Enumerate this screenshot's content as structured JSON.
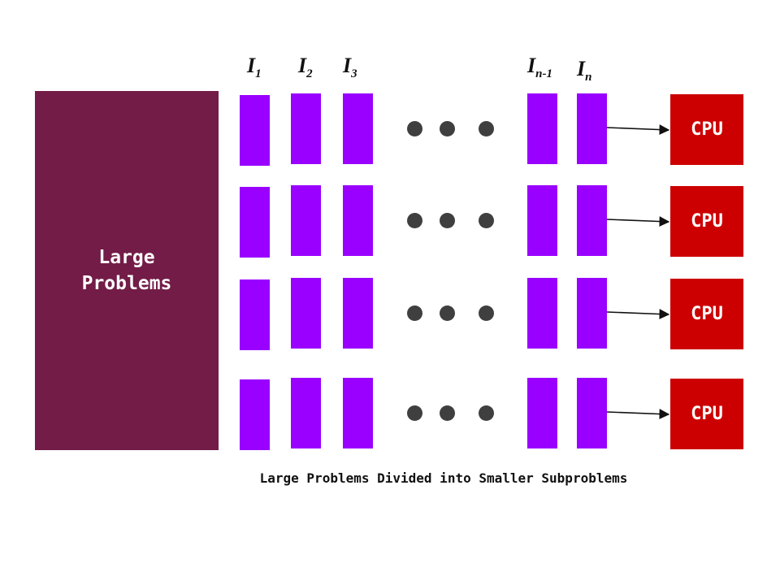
{
  "large_box": {
    "label": "Large\nProblems",
    "color": "#721c47"
  },
  "column_labels": [
    {
      "main": "I",
      "sub": "1"
    },
    {
      "main": "I",
      "sub": "2"
    },
    {
      "main": "I",
      "sub": "3"
    },
    {
      "main": "I",
      "sub": "n-1"
    },
    {
      "main": "I",
      "sub": "n"
    }
  ],
  "rows": [
    {
      "cpu_label": "CPU"
    },
    {
      "cpu_label": "CPU"
    },
    {
      "cpu_label": "CPU"
    },
    {
      "cpu_label": "CPU"
    }
  ],
  "caption": "Large Problems Divided into Smaller Subproblems",
  "colors": {
    "subproblem": "#9900ff",
    "cpu": "#cc0000",
    "dots": "#3f3f3f"
  }
}
